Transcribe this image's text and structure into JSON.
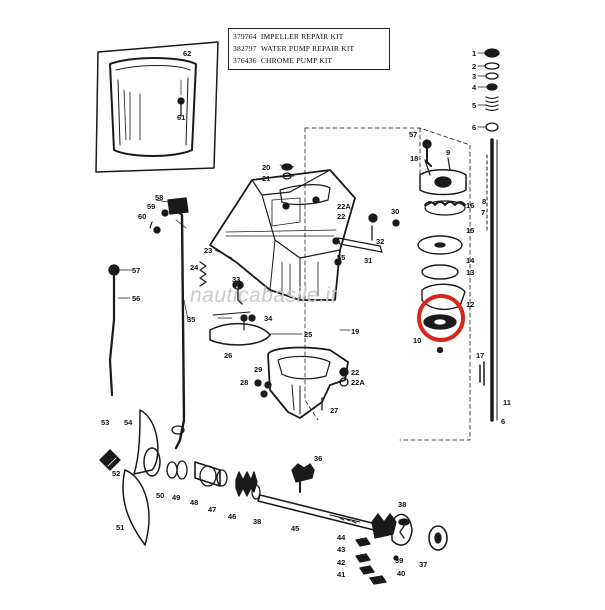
{
  "kit_list": [
    {
      "number": "379764",
      "name": "IMPELLER REPAIR KIT"
    },
    {
      "number": "382797",
      "name": "WATER PUMP REPAIR KIT"
    },
    {
      "number": "376436",
      "name": "CHROME PUMP KIT"
    }
  ],
  "watermark": "nauticabasile.it",
  "highlight_color": "#d9261c",
  "callouts": {
    "c1": "1",
    "c2": "2",
    "c3": "3",
    "c4": "4",
    "c5": "5",
    "c6": "6",
    "c7": "7",
    "c8": "8",
    "c9": "9",
    "c10": "10",
    "c11": "11",
    "c12": "12",
    "c13": "13",
    "c14": "14",
    "c15": "15",
    "c16": "16",
    "c17": "17",
    "c18": "18",
    "c19": "19",
    "c20": "20",
    "c21": "21",
    "c22a": "22A",
    "c22": "22",
    "c22b": "22",
    "c22ab": "22A",
    "c23": "23",
    "c24": "24",
    "c25": "25",
    "c26": "26",
    "c27": "27",
    "c28": "28",
    "c29": "29",
    "c30": "30",
    "c31": "31",
    "c32": "32",
    "c33": "33",
    "c34": "34",
    "c35": "35",
    "c36": "36",
    "c37": "37",
    "c38": "38",
    "c38b": "38",
    "c39": "39",
    "c40": "40",
    "c41": "41",
    "c42": "42",
    "c43": "43",
    "c44": "44",
    "c45": "45",
    "c46": "46",
    "c47": "47",
    "c48": "48",
    "c49": "49",
    "c50": "50",
    "c51": "51",
    "c52": "52",
    "c53": "53",
    "c54": "54",
    "c55": "55",
    "c56": "56",
    "c57": "57",
    "c57b": "57",
    "c58": "58",
    "c59": "59",
    "c60": "60",
    "c61": "61",
    "c62": "62",
    "c6b": "6"
  }
}
